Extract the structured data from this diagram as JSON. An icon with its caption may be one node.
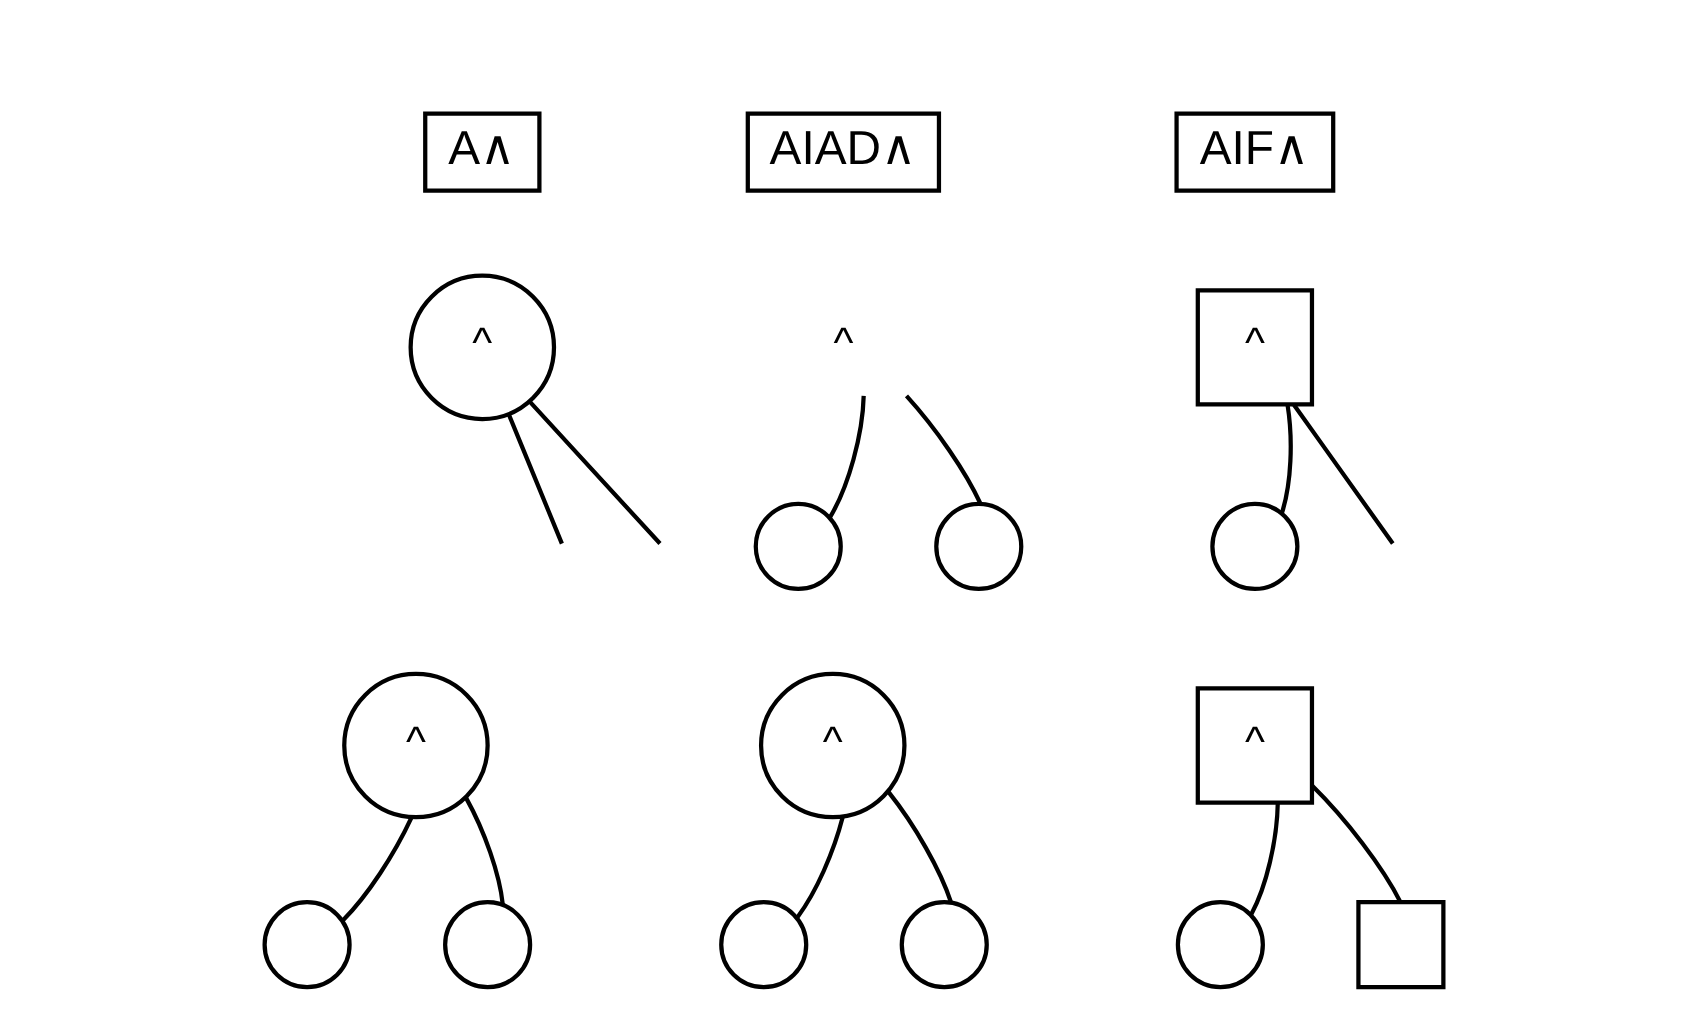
{
  "diagram": {
    "nodes": [
      {
        "text": [
          "A∧"
        ]
      },
      {
        "text": [
          "AIAD∧"
        ]
      },
      {
        "text": [
          "AIF∧"
        ]
      },
      {
        "text": [
          "^"
        ]
      },
      {
        "text": [
          "^"
        ]
      },
      {
        "text": [
          "^"
        ]
      },
      {
        "text": [],
        "shape": "circle"
      },
      {
        "text": [],
        "shape": "circle"
      },
      {
        "text": [],
        "shape": "circle"
      },
      {
        "text": [
          "^"
        ]
      },
      {
        "text": [
          "^"
        ]
      },
      {
        "text": [
          "^"
        ]
      },
      {
        "text": [],
        "shape": "circle"
      },
      {
        "text": [],
        "shape": "circle"
      },
      {
        "text": [],
        "shape": "circle"
      },
      {
        "text": [],
        "shape": "circle"
      },
      {
        "text": [],
        "shape": "circle"
      },
      {
        "text": [],
        "shape": "box"
      }
    ],
    "edges": [
      {
        "from": 3,
        "to": null,
        "arrow": "none"
      },
      {
        "from": 3,
        "to": null,
        "arrow": "none"
      },
      {
        "from": 4,
        "to": 6,
        "arrow": "none"
      },
      {
        "from": 4,
        "to": 7,
        "arrow": "none"
      },
      {
        "from": 5,
        "to": 8,
        "arrow": "none"
      },
      {
        "from": 5,
        "to": null,
        "arrow": "none"
      },
      {
        "from": 9,
        "to": 12,
        "arrow": "none"
      },
      {
        "from": 9,
        "to": 13,
        "arrow": "none"
      },
      {
        "from": 10,
        "to": 14,
        "arrow": "none"
      },
      {
        "from": 10,
        "to": 15,
        "arrow": "none"
      },
      {
        "from": 11,
        "to": 16,
        "arrow": "none"
      },
      {
        "from": 11,
        "to": 17,
        "arrow": "none"
      }
    ]
  }
}
